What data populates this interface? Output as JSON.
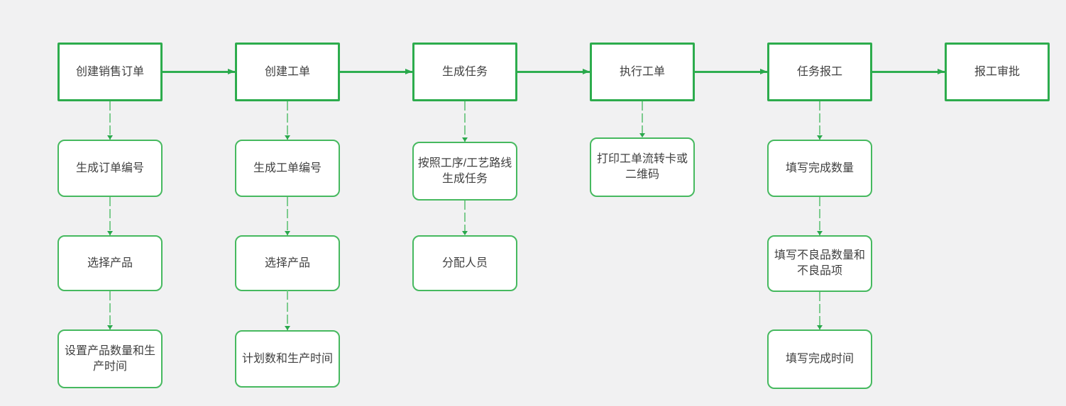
{
  "diagram": {
    "background_color": "#f1f1f2",
    "node_fill_color": "#ffffff",
    "top_node_border_color": "#2dac4d",
    "sub_node_border_color": "#46b95f",
    "connector_color": "#2fae51",
    "dashed_connector_color": "#7ccb8e",
    "text_color": "#3f3f3f",
    "columns": [
      {
        "title": "创建销售订单",
        "steps": [
          "生成订单编号",
          "选择产品",
          "设置产品数量和生产时间"
        ]
      },
      {
        "title": "创建工单",
        "steps": [
          "生成工单编号",
          "选择产品",
          "计划数和生产时间"
        ]
      },
      {
        "title": "生成任务",
        "steps": [
          "按照工序/工艺路线生成任务",
          "分配人员"
        ]
      },
      {
        "title": "执行工单",
        "steps": [
          "打印工单流转卡或二维码"
        ]
      },
      {
        "title": "任务报工",
        "steps": [
          "填写完成数量",
          "填写不良品数量和不良品项",
          "填写完成时间"
        ]
      },
      {
        "title": "报工审批",
        "steps": []
      }
    ]
  }
}
